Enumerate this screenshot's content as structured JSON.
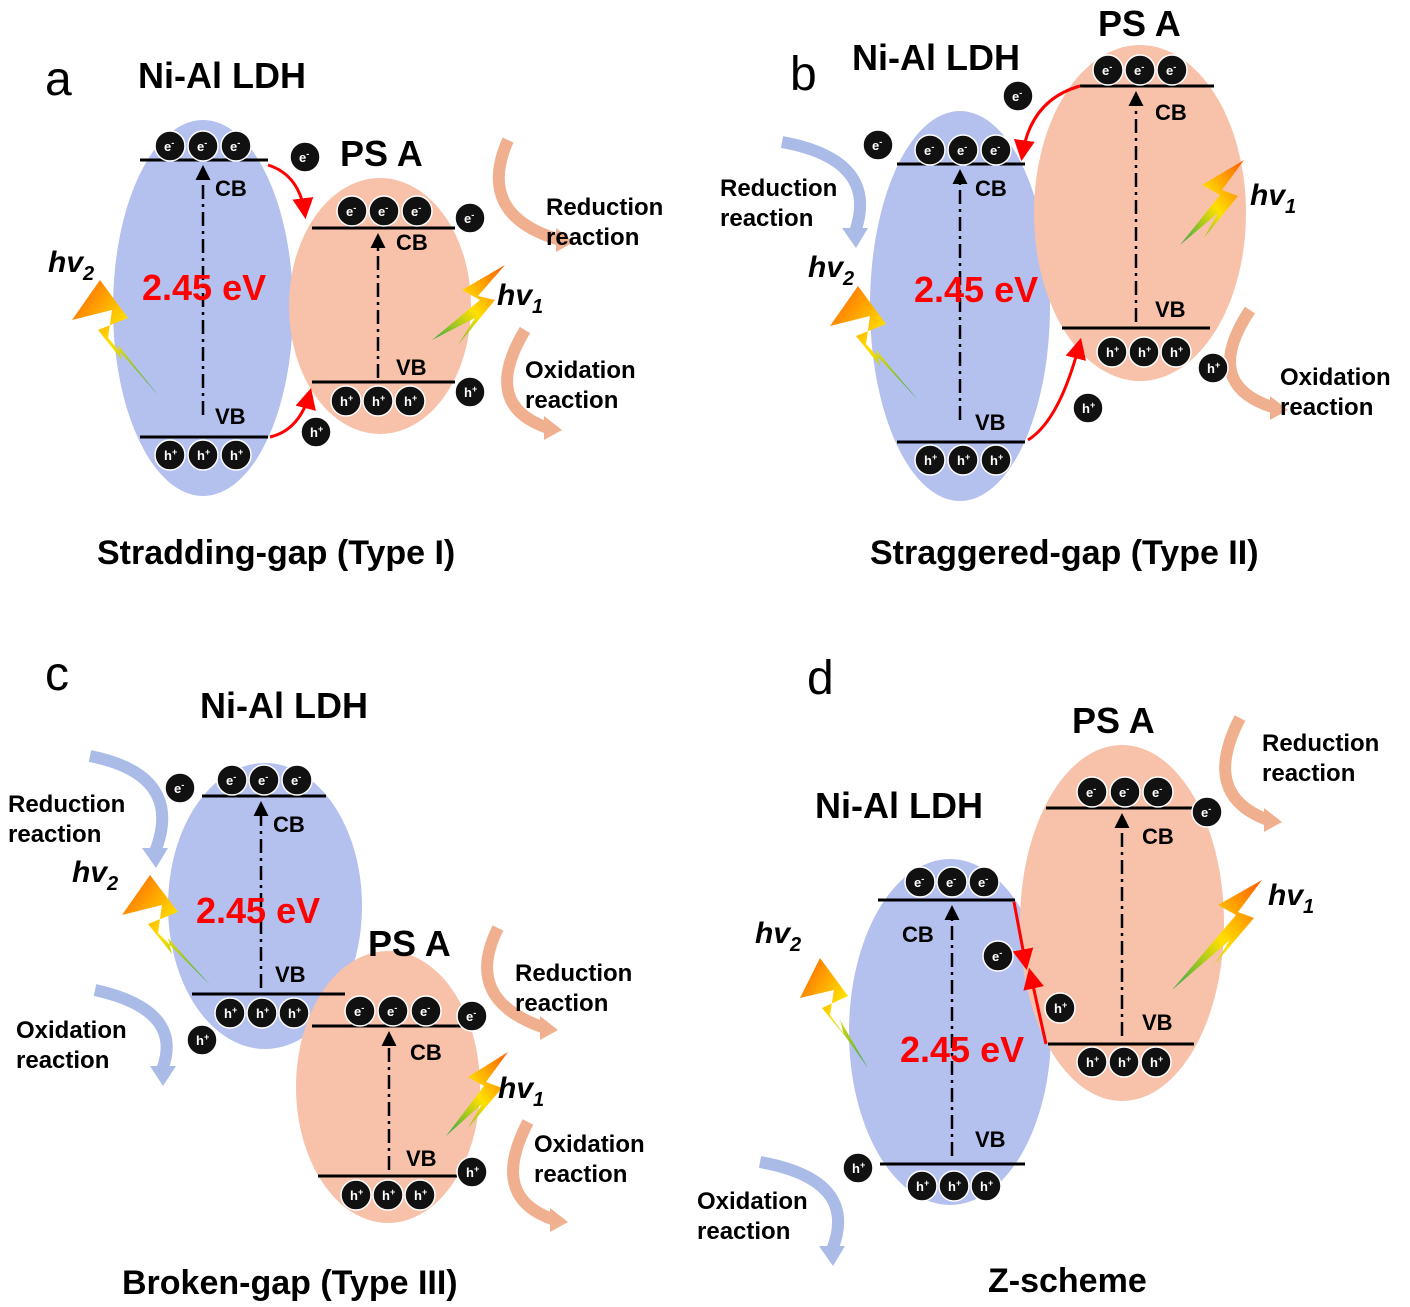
{
  "panels": [
    {
      "letter": "a",
      "ldh_label": "Ni-Al  LDH",
      "ps_label": "PS A",
      "cb_label": "CB",
      "vb_label": "VB",
      "gap_label": "2.45 eV",
      "hv_symbol": "hv",
      "hv2_sub": "2",
      "hv1_sub": "1",
      "reduction": [
        "Reduction",
        "reaction"
      ],
      "oxidation": [
        "Oxidation",
        "reaction"
      ],
      "caption": "Stradding-gap (Type I)",
      "carrier_e": "e",
      "carrier_e_sup": "-",
      "carrier_h": "h",
      "carrier_h_sup": "+"
    },
    {
      "letter": "b",
      "ldh_label": "Ni-Al  LDH",
      "ps_label": "PS A",
      "cb_label": "CB",
      "vb_label": "VB",
      "gap_label": "2.45 eV",
      "hv_symbol": "hv",
      "hv2_sub": "2",
      "hv1_sub": "1",
      "reduction": [
        "Reduction",
        "reaction"
      ],
      "oxidation": [
        "Oxidation",
        "reaction"
      ],
      "caption": "Straggered-gap (Type II)"
    },
    {
      "letter": "c",
      "ldh_label": "Ni-Al  LDH",
      "ps_label": "PS A",
      "cb_label": "CB",
      "vb_label": "VB",
      "gap_label": "2.45 eV",
      "hv_symbol": "hv",
      "hv2_sub": "2",
      "hv1_sub": "1",
      "reduction": [
        "Reduction",
        "reaction"
      ],
      "oxidation": [
        "Oxidation",
        "reaction"
      ],
      "caption": "Broken-gap (Type III)"
    },
    {
      "letter": "d",
      "ldh_label": "Ni-Al  LDH",
      "ps_label": "PS A",
      "cb_label": "CB",
      "vb_label": "VB",
      "gap_label": "2.45 eV",
      "hv_symbol": "hv",
      "hv2_sub": "2",
      "hv1_sub": "1",
      "reduction": [
        "Reduction",
        "reaction"
      ],
      "oxidation": [
        "Oxidation",
        "reaction"
      ],
      "caption": "Z-scheme"
    }
  ],
  "colors": {
    "ldh_fill": "#b4c0ee",
    "ps_fill": "#f8c2aa",
    "transfer_arrow": "#ff0000",
    "reduction_arrow_ab": "#f0b090",
    "reduction_arrow_cd": "#aabbe8",
    "gap_text": "#ff0000"
  }
}
